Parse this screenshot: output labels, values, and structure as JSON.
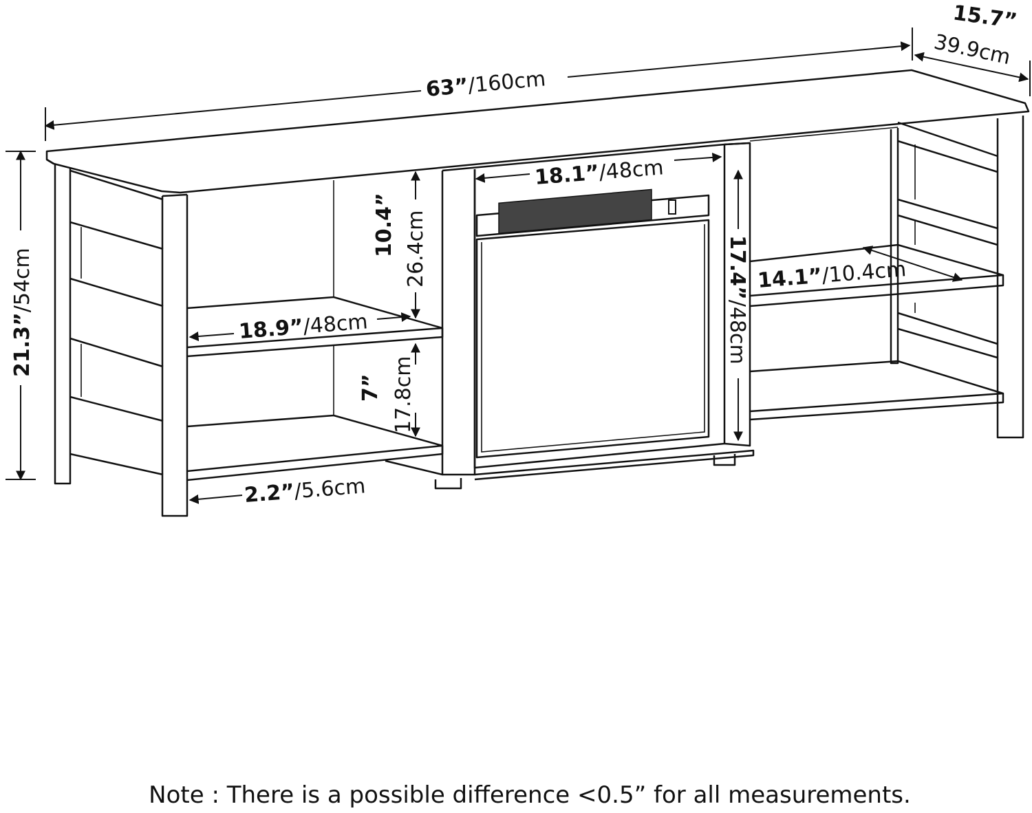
{
  "dimensions": {
    "width": {
      "bold": "63”",
      "rest": "/160cm"
    },
    "depth": {
      "bold": "15.7”",
      "rest": "39.9cm"
    },
    "height": {
      "bold": "21.3”",
      "rest": "/54cm"
    },
    "fireplace_width": {
      "bold": "18.1”",
      "rest": "/48cm"
    },
    "fireplace_height": {
      "bold": "17.4”",
      "rest": "/48cm"
    },
    "upper_shelf_height": {
      "bold": "10.4”",
      "rest": "26.4cm"
    },
    "lower_shelf_height": {
      "bold": "7”",
      "rest": "17.8cm"
    },
    "left_shelf_width": {
      "bold": "18.9”",
      "rest": "/48cm"
    },
    "right_shelf_width": {
      "bold": "14.1”",
      "rest": "/10.4cm"
    },
    "clearance": {
      "bold": "2.2”",
      "rest": "/5.6cm"
    }
  },
  "note": "Note : There is a possible difference <0.5” for all measurements."
}
